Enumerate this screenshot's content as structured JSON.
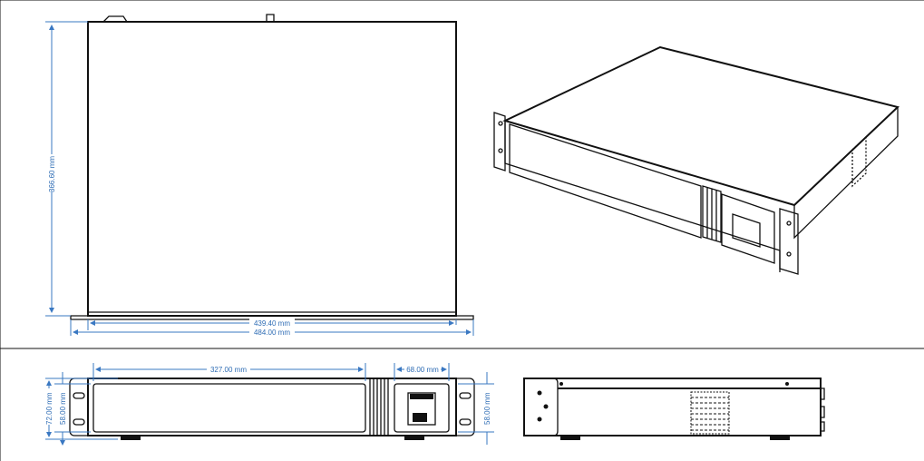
{
  "top_view": {
    "depth_label": "366.60 mm",
    "inner_width_label": "439.40 mm",
    "outer_width_label": "484.00 mm"
  },
  "front_view": {
    "panel_width_label": "327.00 mm",
    "port_panel_width_label": "68.00 mm",
    "total_height_label": "72.00 mm",
    "inner_height_label": "58.00 mm",
    "right_height_label": "58.00 mm"
  },
  "colors": {
    "dimension": "#2f6db5",
    "line": "#111111"
  }
}
